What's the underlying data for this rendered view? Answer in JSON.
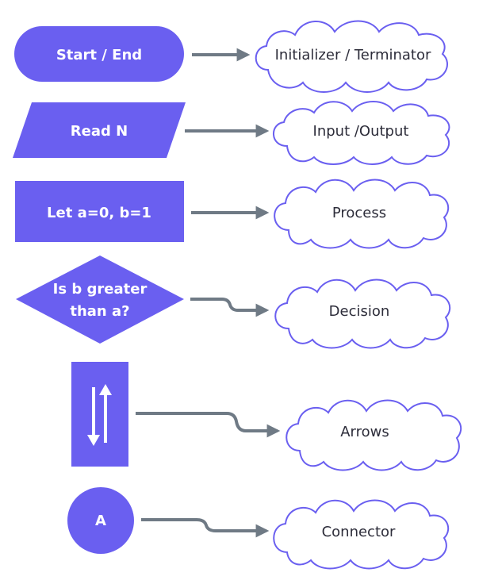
{
  "colors": {
    "shape_fill": "#6a5ff0",
    "cloud_stroke": "#6a5ff0",
    "cloud_fill": "#ffffff",
    "connector": "#6f7a85",
    "shape_text": "#ffffff",
    "label_text": "#2d2d3a"
  },
  "rows": [
    {
      "shape": "terminator",
      "shape_text": "Start / End",
      "label": "Initializer / Terminator"
    },
    {
      "shape": "parallelogram",
      "shape_text": "Read N",
      "label": "Input /Output"
    },
    {
      "shape": "rectangle",
      "shape_text": "Let a=0, b=1",
      "label": "Process"
    },
    {
      "shape": "diamond",
      "shape_text_line1_a": "Is ",
      "shape_text_line1_b": "b",
      "shape_text_line1_c": " greater",
      "shape_text_line2_a": "than ",
      "shape_text_line2_b": "a",
      "shape_text_line2_c": "?",
      "label": "Decision"
    },
    {
      "shape": "arrows",
      "icon": "up-down-arrows-icon",
      "label": "Arrows"
    },
    {
      "shape": "circle",
      "shape_text": "A",
      "label": "Connector"
    }
  ]
}
